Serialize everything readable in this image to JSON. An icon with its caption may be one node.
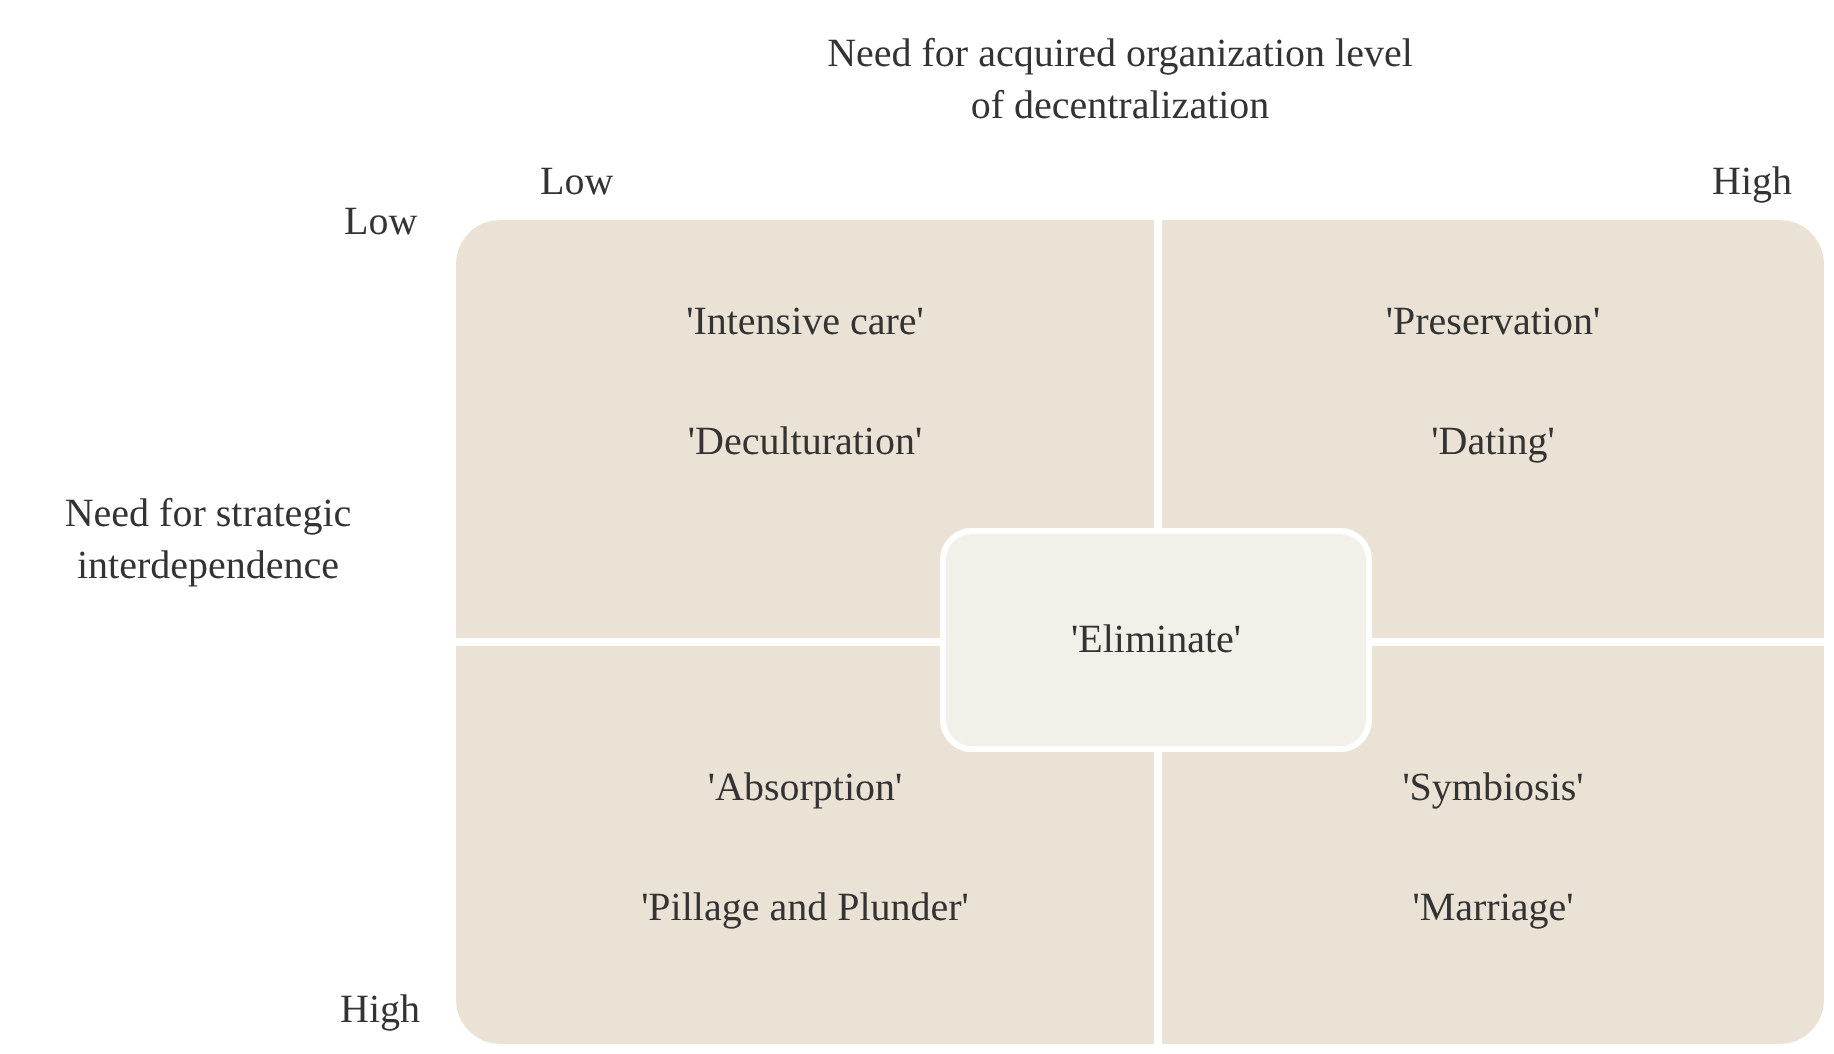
{
  "diagram": {
    "nodes": [
      {
        "text": [
          "'Intensive care'",
          "'Deculturation'"
        ]
      },
      {
        "text": [
          "'Preservation'",
          "'Dating'"
        ]
      },
      {
        "text": [
          "'Absorption'",
          "'Pillage and Plunder'"
        ]
      },
      {
        "text": [
          "'Symbiosis'",
          "'Marriage'"
        ]
      },
      {
        "text": [
          "'Eliminate'"
        ]
      }
    ],
    "edges": [],
    "labels": [
      "Need for acquired organization level of decentralization",
      "Low",
      "High",
      "Low",
      "Need for strategic interdependence",
      "High"
    ]
  }
}
